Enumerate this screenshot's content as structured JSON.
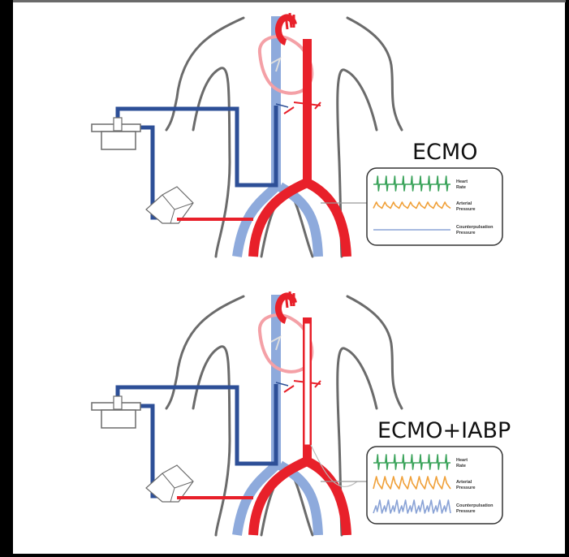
{
  "figure": {
    "description": "Schematic comparison of peripheral ECMO alone versus ECMO combined with IABP, showing cannula circuit, aorta, vena cava and monitor waveforms",
    "colors": {
      "artery": "#e8202a",
      "vein": "#8eaadc",
      "cannula": "#2d4f97",
      "heart": "#f4a0a6",
      "outline": "#6b6b6b",
      "heart_rate_trace": "#3aa35a",
      "arterial_trace": "#f0a13a",
      "counterpulsation_trace": "#8aa3d6"
    },
    "panels": [
      {
        "id": "ecmo",
        "title": "ECMO",
        "iabp_present": false,
        "monitor": {
          "traces": [
            {
              "label_line1": "Heart",
              "label_line2": "Rate",
              "pattern": "ecg-spikes",
              "beats": 9
            },
            {
              "label_line1": "Arterial",
              "label_line2": "Pressure",
              "pattern": "low-amplitude-wave",
              "beats": 9
            },
            {
              "label_line1": "Counterpulsation",
              "label_line2": "Pressure",
              "pattern": "flat-line",
              "beats": 0
            }
          ]
        }
      },
      {
        "id": "ecmo-iabp",
        "title": "ECMO+IABP",
        "iabp_present": true,
        "monitor": {
          "traces": [
            {
              "label_line1": "Heart",
              "label_line2": "Rate",
              "pattern": "ecg-spikes",
              "beats": 9
            },
            {
              "label_line1": "Arterial",
              "label_line2": "Pressure",
              "pattern": "high-amplitude-wave",
              "beats": 9
            },
            {
              "label_line1": "Counterpulsation",
              "label_line2": "Pressure",
              "pattern": "augmented-pulses",
              "beats": 9
            }
          ]
        }
      }
    ]
  }
}
